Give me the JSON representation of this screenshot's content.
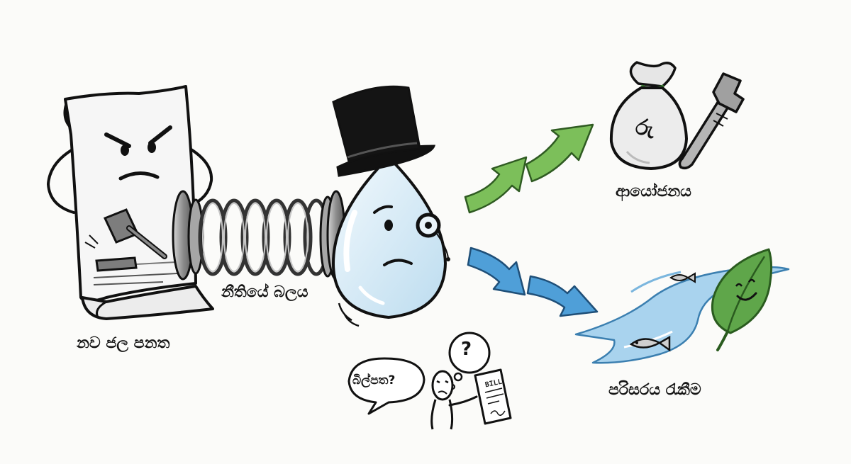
{
  "labels": {
    "new_water_policy": "නව ජල පනත",
    "force_of_law": "නීතියේ බලය",
    "investment": "ආයෝජනය",
    "environment_protection": "පරිසරය රැකීම"
  },
  "speech_bubble": "බිල්පත?",
  "thought_bubble": "?",
  "bill_paper": "BILL",
  "money_bag_symbol": "රු",
  "colors": {
    "arrow_green": "#7cbf5a",
    "arrow_blue": "#4f9fd8",
    "river": "#a9d3ee",
    "leaf": "#5fa64a",
    "water_drop": "#dbeef8"
  },
  "icons": [
    "angry-scroll-icon",
    "gavel-icon",
    "spring-icon",
    "water-drop-character-icon",
    "top-hat-icon",
    "monocle-icon",
    "money-bag-icon",
    "wrench-icon",
    "river-icon",
    "fish-icon",
    "smiling-leaf-icon",
    "confused-person-icon",
    "bill-paper-icon"
  ]
}
